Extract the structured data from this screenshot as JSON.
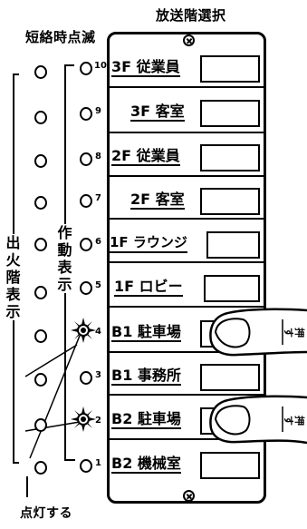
{
  "header": {
    "short_flash_label": "短絡時点滅",
    "floor_select_label": "放送階選択"
  },
  "side_labels": {
    "fire_floor_display": "出火階表示",
    "operation_display": "作動表示",
    "lights_up": "点灯する"
  },
  "rows": [
    {
      "num": "10",
      "label": "3F 従業員"
    },
    {
      "num": "9",
      "label": "3F 客室"
    },
    {
      "num": "8",
      "label": "2F 従業員"
    },
    {
      "num": "7",
      "label": "2F 客室"
    },
    {
      "num": "6",
      "label": "1F ラウンジ"
    },
    {
      "num": "5",
      "label": "1F ロビー"
    },
    {
      "num": "4",
      "label": "B1 駐車場"
    },
    {
      "num": "3",
      "label": "B1 事務所"
    },
    {
      "num": "2",
      "label": "B2 駐車場"
    },
    {
      "num": "1",
      "label": "B2 機械室"
    }
  ],
  "press_labels": [
    "押す",
    "押す"
  ]
}
